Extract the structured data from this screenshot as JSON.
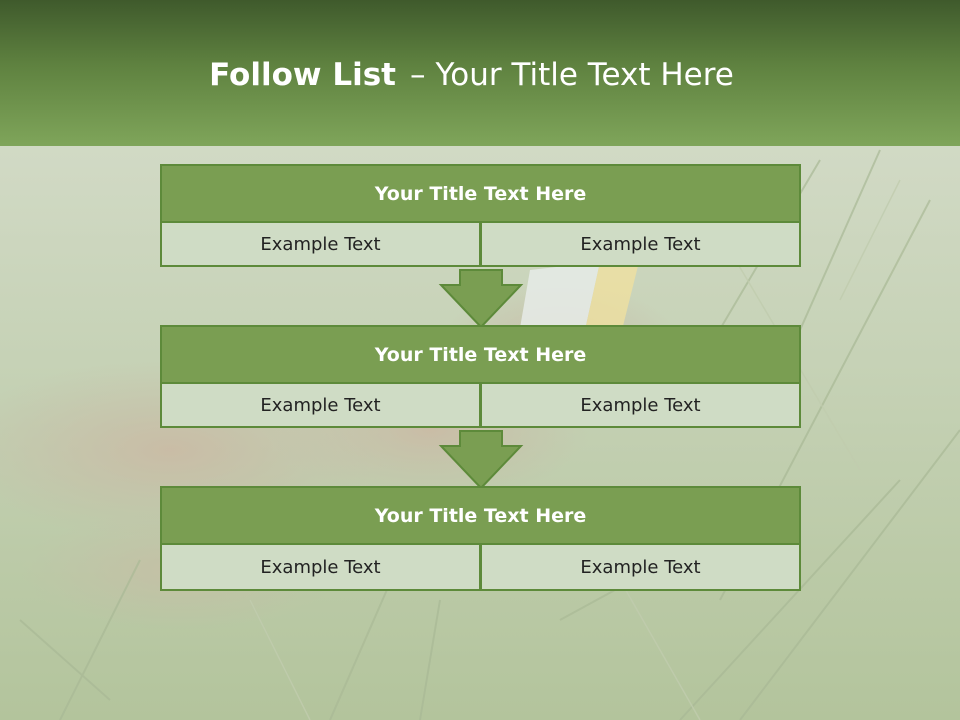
{
  "slide": {
    "title_bold": "Follow List",
    "title_dash": "–",
    "title_rest": "Your Title Text Here"
  },
  "steps": [
    {
      "title": "Your Title Text Here",
      "left": "Example Text",
      "right": "Example Text"
    },
    {
      "title": "Your Title Text Here",
      "left": "Example Text",
      "right": "Example Text"
    },
    {
      "title": "Your Title Text Here",
      "left": "Example Text",
      "right": "Example Text"
    }
  ],
  "colors": {
    "header_dark": "#3f5a2c",
    "header_light": "#7fa55a",
    "block_title_fill": "#7a9e52",
    "block_border": "#5d8a3a",
    "cell_fill": "#cfdcc5",
    "arrow_fill": "#7a9e52"
  }
}
